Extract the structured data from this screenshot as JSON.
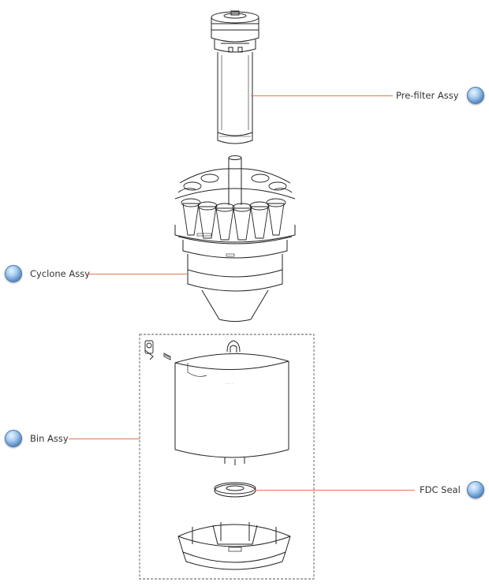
{
  "callouts": {
    "prefilter": {
      "label": "Pre-filter Assy"
    },
    "cyclone": {
      "label": "Cyclone Assy"
    },
    "bin": {
      "label": "Bin Assy"
    },
    "fdc": {
      "label": "FDC Seal"
    }
  },
  "colors": {
    "leader_line": "#e07850",
    "hotspot": "#5b8fc7",
    "outline": "#222222",
    "group_box": "#555555"
  }
}
